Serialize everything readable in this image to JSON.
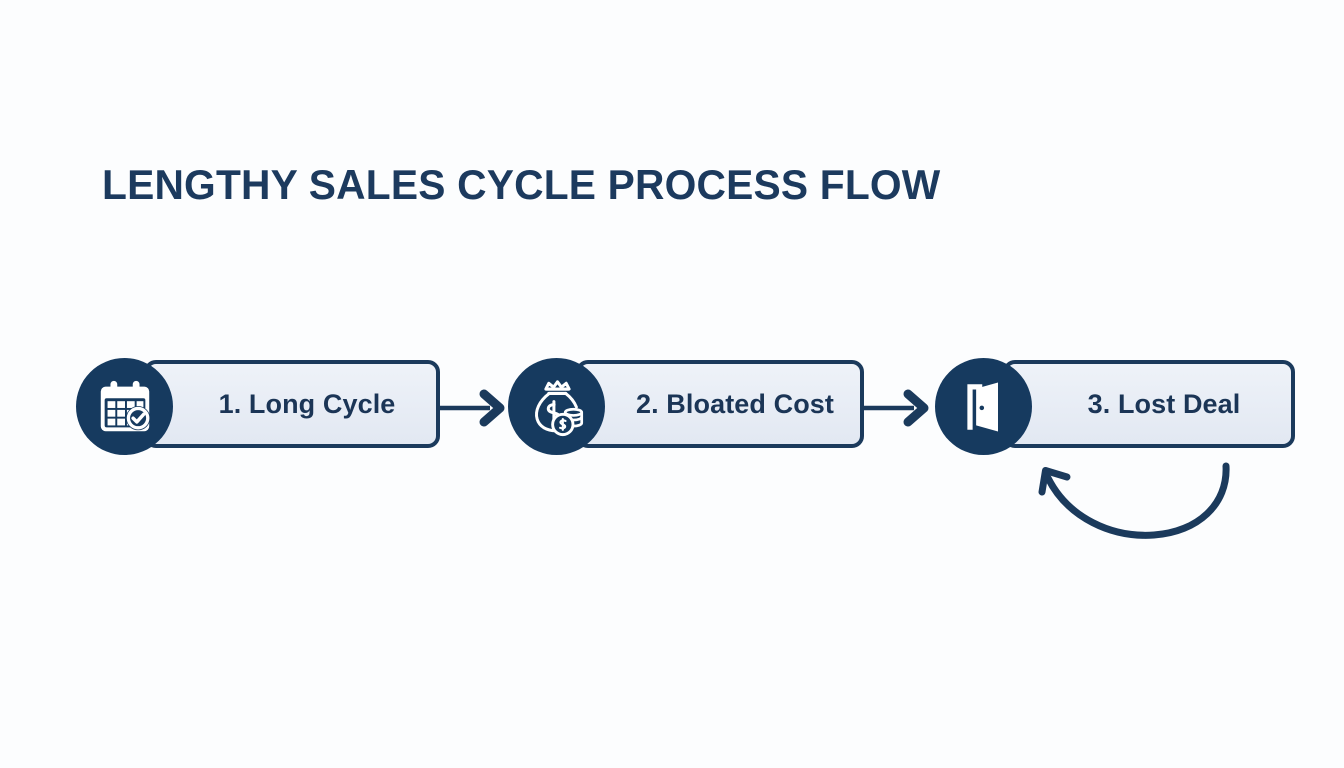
{
  "page": {
    "background_color": "#fcfdfe",
    "title": "LENGTHY SALES CYCLE PROCESS FLOW",
    "title_color": "#1c3a5e"
  },
  "theme": {
    "navy": "#163a5f",
    "border_navy": "#1b3a5c",
    "text_navy": "#1b3556",
    "box_fill_light": "#eef2f8",
    "box_fill_dark": "#e2e8f2",
    "icon_white": "#ffffff"
  },
  "flow": {
    "nodes": [
      {
        "label": "1. Long Cycle",
        "icon": "calendar-check-icon",
        "icon_name": "calendar with checkmark"
      },
      {
        "label": "2. Bloated Cost",
        "icon": "money-bag-coins-icon",
        "icon_name": "money bag with dollar sign and coins"
      },
      {
        "label": "3. Lost Deal",
        "icon": "open-door-icon",
        "icon_name": "open door"
      }
    ],
    "connectors": [
      {
        "name": "arrow-node1-to-node2",
        "direction": "right"
      },
      {
        "name": "arrow-node2-to-node3",
        "direction": "right"
      }
    ],
    "loop_arrow": {
      "name": "loop-back-arrow",
      "direction": "curved back to left",
      "from": "3. Lost Deal",
      "to": "start of cycle"
    }
  }
}
